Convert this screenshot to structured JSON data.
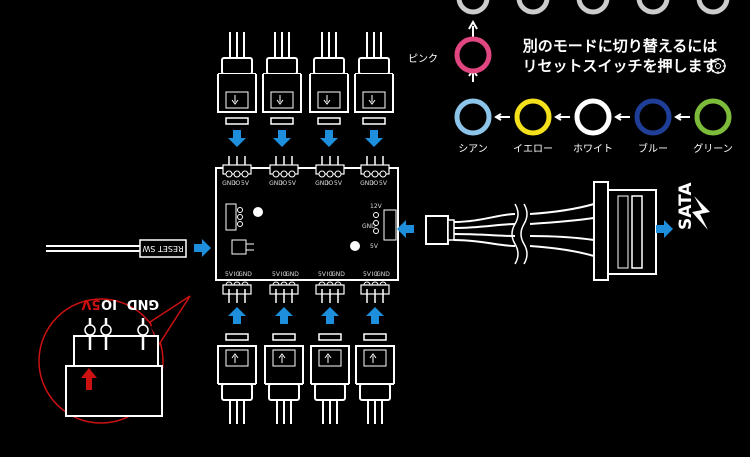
{
  "color_cycle": {
    "title_line1": "別のモードに切り替えるには",
    "title_line2": "リセットスイッチを押します",
    "colors": [
      {
        "label": "ピンク",
        "hex": "#e0467f"
      },
      {
        "label": "シアン",
        "hex": "#8cc4ea"
      },
      {
        "label": "イエロー",
        "hex": "#f4e11c"
      },
      {
        "label": "ホワイト",
        "hex": "#ffffff"
      },
      {
        "label": "ブルー",
        "hex": "#1f3e97"
      },
      {
        "label": "グリーン",
        "hex": "#7dbb3a"
      }
    ]
  },
  "hub": {
    "top_pins": [
      "GND",
      "IO",
      "5V"
    ],
    "bottom_pins": [
      "5V",
      "IO",
      "GND"
    ],
    "power_pins": [
      "12V",
      "GND",
      "5V"
    ],
    "reset_label": "RESET SW",
    "sata_label": "SATA"
  },
  "inset": {
    "pin_5v": "5V",
    "pin_io": "IO",
    "pin_gnd": "GND"
  },
  "colors": {
    "arrow_blue": "#1e8fdc",
    "inset_red": "#cc1111"
  }
}
